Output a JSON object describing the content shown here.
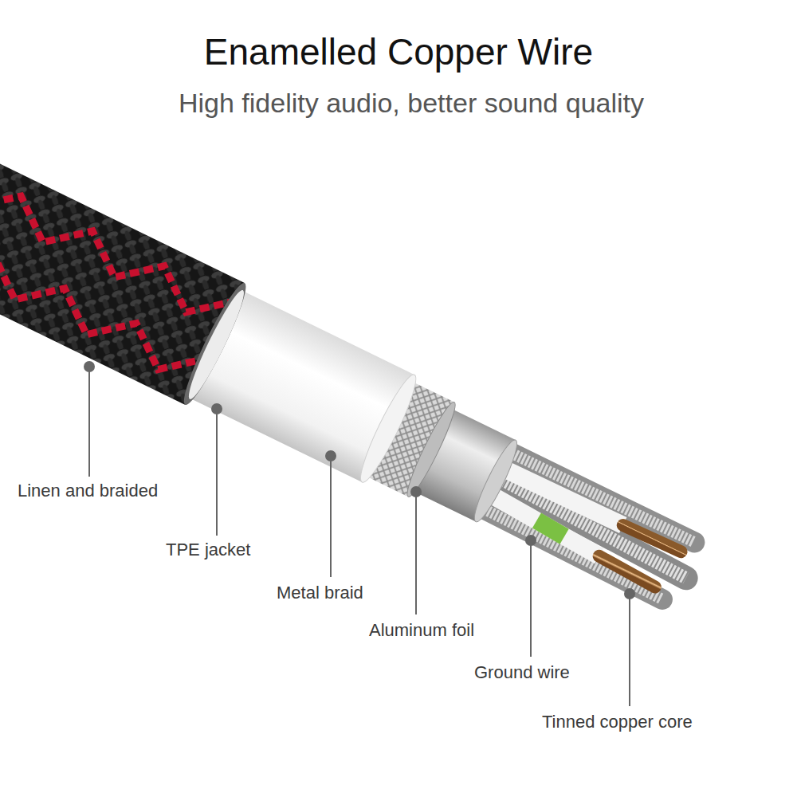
{
  "diagram": {
    "title": "Enamelled Copper Wire",
    "labels": [
      "High fidelity audio, better sound quality",
      "Linen and braided",
      "TPE jacket",
      "Metal braid",
      "Aluminum foil",
      "Ground wire",
      "Tinned copper core"
    ]
  }
}
